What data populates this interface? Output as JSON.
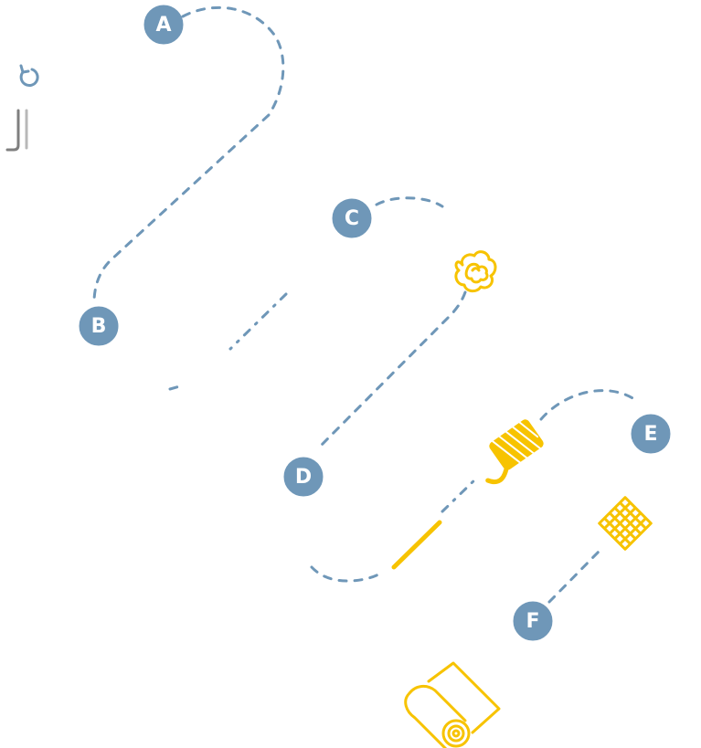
{
  "badges": [
    {
      "label": "A"
    },
    {
      "label": "B"
    },
    {
      "label": "C"
    },
    {
      "label": "D"
    },
    {
      "label": "E"
    },
    {
      "label": "F"
    }
  ],
  "colors": {
    "badge": "#6f97b8",
    "path": "#6f97b8",
    "icon": "#f7c300",
    "background": "#ffffff"
  },
  "icons": [
    "reload-icon",
    "brand-logo-icon",
    "cotton-boll-icon",
    "thread-spool-icon",
    "knitting-needle-icon",
    "woven-fabric-icon",
    "fabric-roll-icon"
  ]
}
